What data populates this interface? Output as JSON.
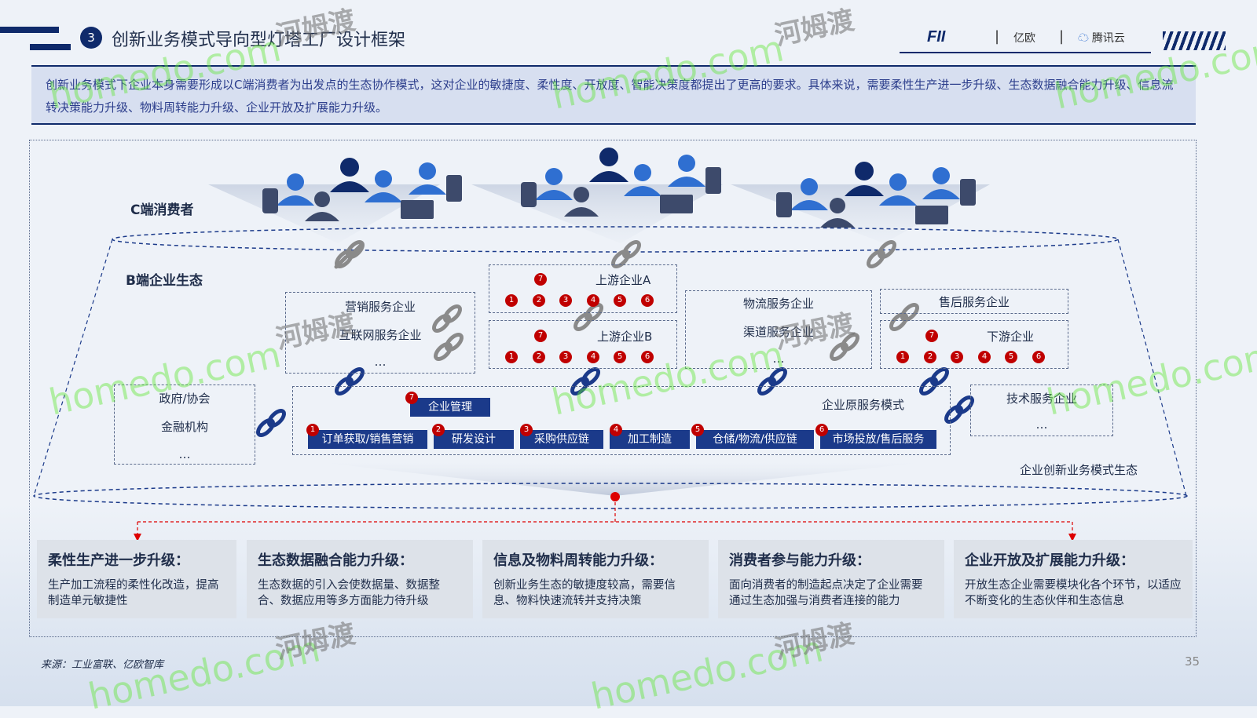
{
  "header": {
    "section_number": "3",
    "title": "创新业务模式导向型灯塔工厂设计框架",
    "logos": [
      "FII",
      "亿欧",
      "腾讯云"
    ]
  },
  "intro": "创新业务模式下企业本身需要形成以C端消费者为出发点的生态协作模式，这对企业的敏捷度、柔性度、开放度、智能决策度都提出了更高的要求。具体来说，需要柔性生产进一步升级、生态数据融合能力升级、信息流转决策能力升级、物料周转能力升级、企业开放及扩展能力升级。",
  "labels": {
    "c_end": "C端消费者",
    "b_end": "B端企业生态",
    "ecosystem": "企业创新业务模式生态",
    "original_mode": "企业原服务模式"
  },
  "left_boxes": [
    "营销服务企业",
    "互联网服务企业",
    "…"
  ],
  "far_left_boxes": [
    "政府/协会",
    "金融机构",
    "…"
  ],
  "upstream": [
    {
      "title": "上游企业A",
      "nums": [
        "1",
        "2",
        "3",
        "4",
        "5",
        "6",
        "7"
      ]
    },
    {
      "title": "上游企业B",
      "nums": [
        "1",
        "2",
        "3",
        "4",
        "5",
        "6",
        "7"
      ]
    }
  ],
  "middle_right_boxes": [
    "物流服务企业",
    "渠道服务企业",
    "…"
  ],
  "right_boxes": {
    "top": "售后服务企业",
    "downstream": {
      "title": "下游企业",
      "nums": [
        "1",
        "2",
        "3",
        "4",
        "5",
        "6",
        "7"
      ]
    }
  },
  "far_right_boxes": [
    "技术服务企业",
    "…"
  ],
  "process": {
    "mgmt": {
      "num": "7",
      "label": "企业管理"
    },
    "steps": [
      {
        "num": "1",
        "label": "订单获取/销售营销"
      },
      {
        "num": "2",
        "label": "研发设计"
      },
      {
        "num": "3",
        "label": "采购供应链"
      },
      {
        "num": "4",
        "label": "加工制造"
      },
      {
        "num": "5",
        "label": "仓储/物流/供应链"
      },
      {
        "num": "6",
        "label": "市场投放/售后服务"
      }
    ]
  },
  "cards": [
    {
      "title": "柔性生产进一步升级：",
      "body": "生产加工流程的柔性化改造，提高制造单元敏捷性"
    },
    {
      "title": "生态数据融合能力升级：",
      "body": "生态数据的引入会使数据量、数据整合、数据应用等多方面能力待升级"
    },
    {
      "title": "信息及物料周转能力升级：",
      "body": "创新业务生态的敏捷度较高，需要信息、物料快速流转并支持决策"
    },
    {
      "title": "消费者参与能力升级：",
      "body": "面向消费者的制造起点决定了企业需要通过生态加强与消费者连接的能力"
    },
    {
      "title": "企业开放及扩展能力升级：",
      "body": "开放生态企业需要模块化各个环节，以适应不断变化的生态伙伴和生态信息"
    }
  ],
  "source": "来源：工业富联、亿欧智库",
  "page_number": "35",
  "watermark": {
    "latin": "homedo.com",
    "cn": "河姆渡"
  },
  "colors": {
    "navy": "#0f2a6b",
    "step_blue": "#1b3a8a",
    "badge_red": "#c00000",
    "accent_blue": "#2f6fd1"
  }
}
